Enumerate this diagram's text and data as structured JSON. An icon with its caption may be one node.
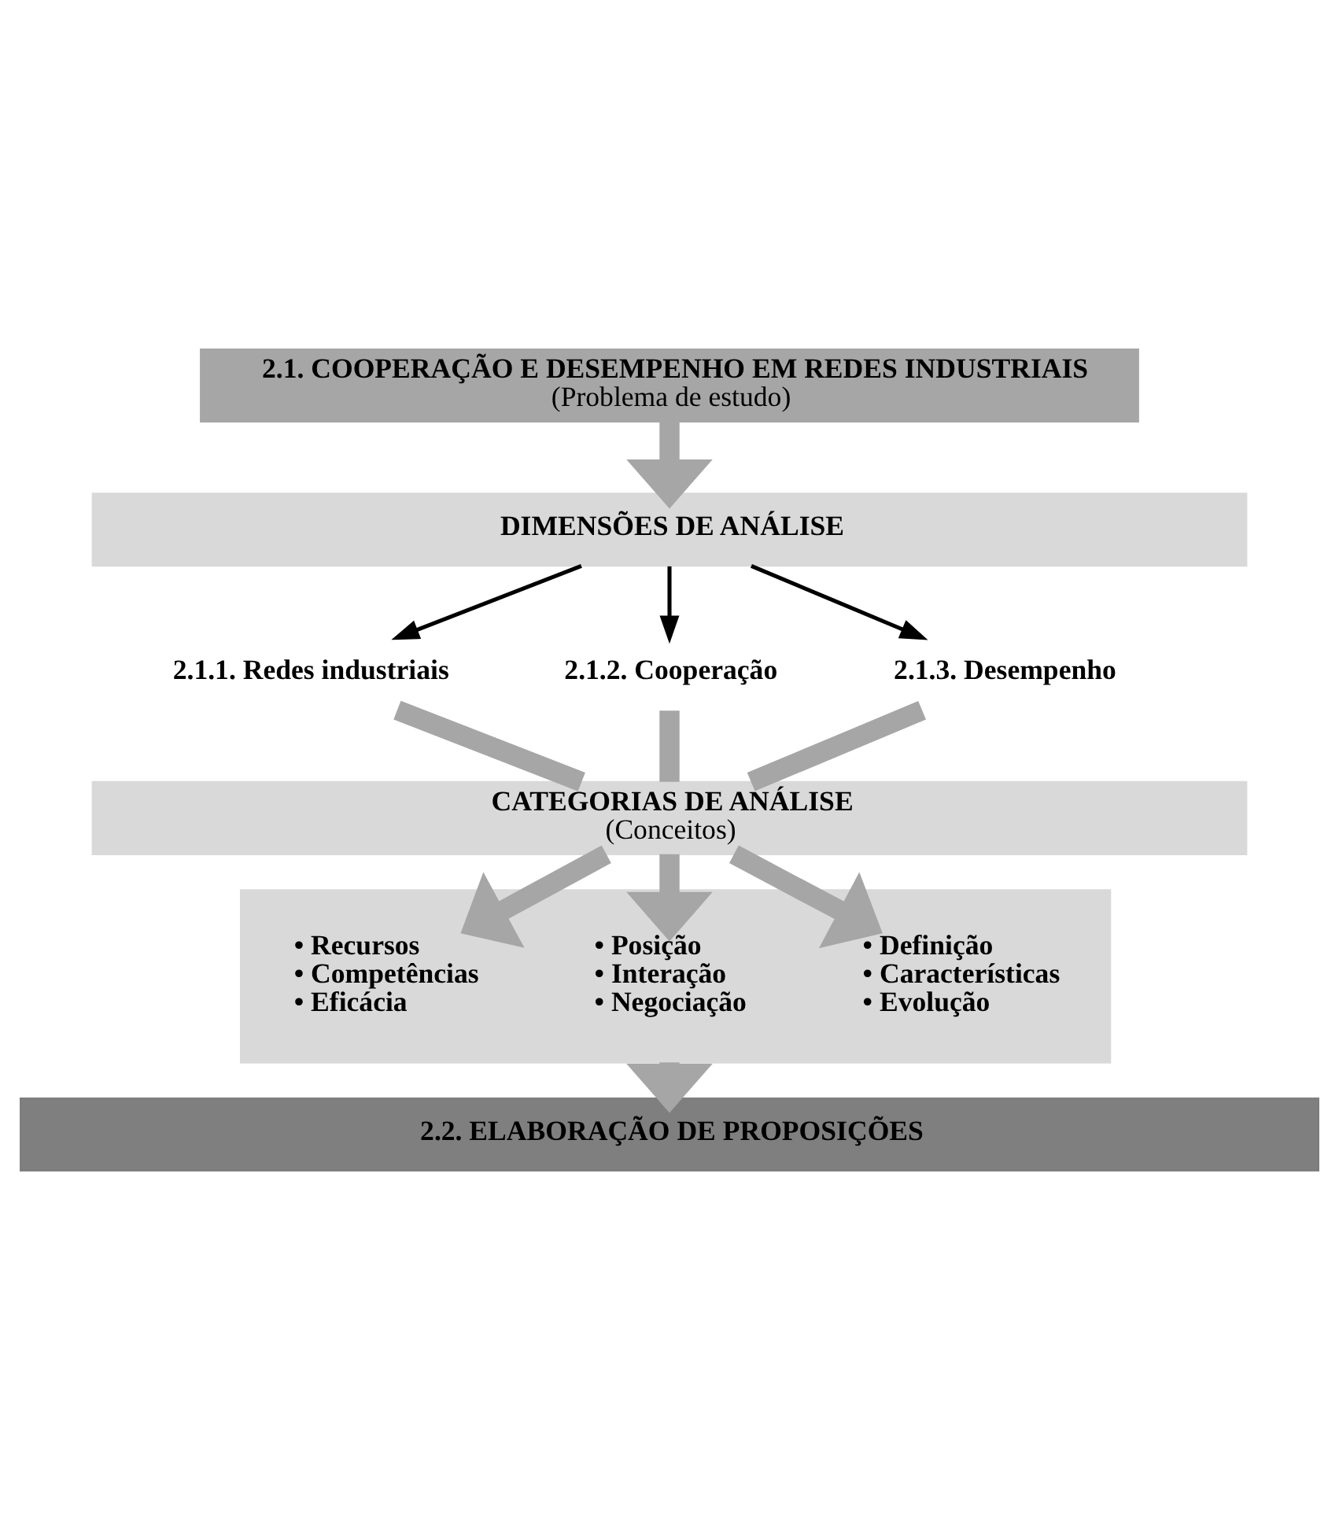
{
  "diagram": {
    "nodes": [
      {
        "text": [
          "2.1. COOPERAÇÃO E DESEMPENHO EM REDES INDUSTRIAIS",
          "(Problema de estudo)"
        ]
      },
      {
        "text": [
          "DIMENSÕES DE ANÁLISE"
        ]
      },
      {
        "text": [
          "2.1.1. Redes industriais"
        ]
      },
      {
        "text": [
          "2.1.2. Cooperação"
        ]
      },
      {
        "text": [
          "2.1.3. Desempenho"
        ]
      },
      {
        "text": [
          "CATEGORIAS DE ANÁLISE",
          "(Conceitos)"
        ]
      },
      {
        "text": [],
        "shape": "box"
      },
      {
        "text": [
          "• Definição",
          "• Características",
          "• Evolução"
        ],
        "in": 6
      },
      {
        "text": [
          "• Posição",
          "• Interação",
          "• Negociação"
        ],
        "in": 6
      },
      {
        "text": [
          "• Recursos",
          "• Competências",
          "• Eficácia"
        ],
        "in": 6
      },
      {
        "text": [
          "2.2. ELABORAÇÃO DE PROPOSIÇÕES"
        ]
      }
    ],
    "edges": [
      {
        "from": 0,
        "to": 1,
        "arrow": "to"
      },
      {
        "from": 1,
        "to": 2,
        "arrow": "to",
        "color": "#000000"
      },
      {
        "from": 1,
        "to": 3,
        "arrow": "to",
        "color": "#000000"
      },
      {
        "from": 1,
        "to": 4,
        "arrow": "to",
        "color": "#000000"
      },
      {
        "from": 2,
        "to": 5,
        "arrow": "none"
      },
      {
        "from": 3,
        "to": 5,
        "arrow": "none"
      },
      {
        "from": 4,
        "to": 5,
        "arrow": "none"
      },
      {
        "from": 5,
        "to": 7,
        "arrow": "to"
      },
      {
        "from": 5,
        "to": 8,
        "arrow": "to"
      },
      {
        "from": 5,
        "to": 9,
        "arrow": "to"
      },
      {
        "from": 6,
        "to": 10,
        "arrow": "to"
      }
    ]
  }
}
